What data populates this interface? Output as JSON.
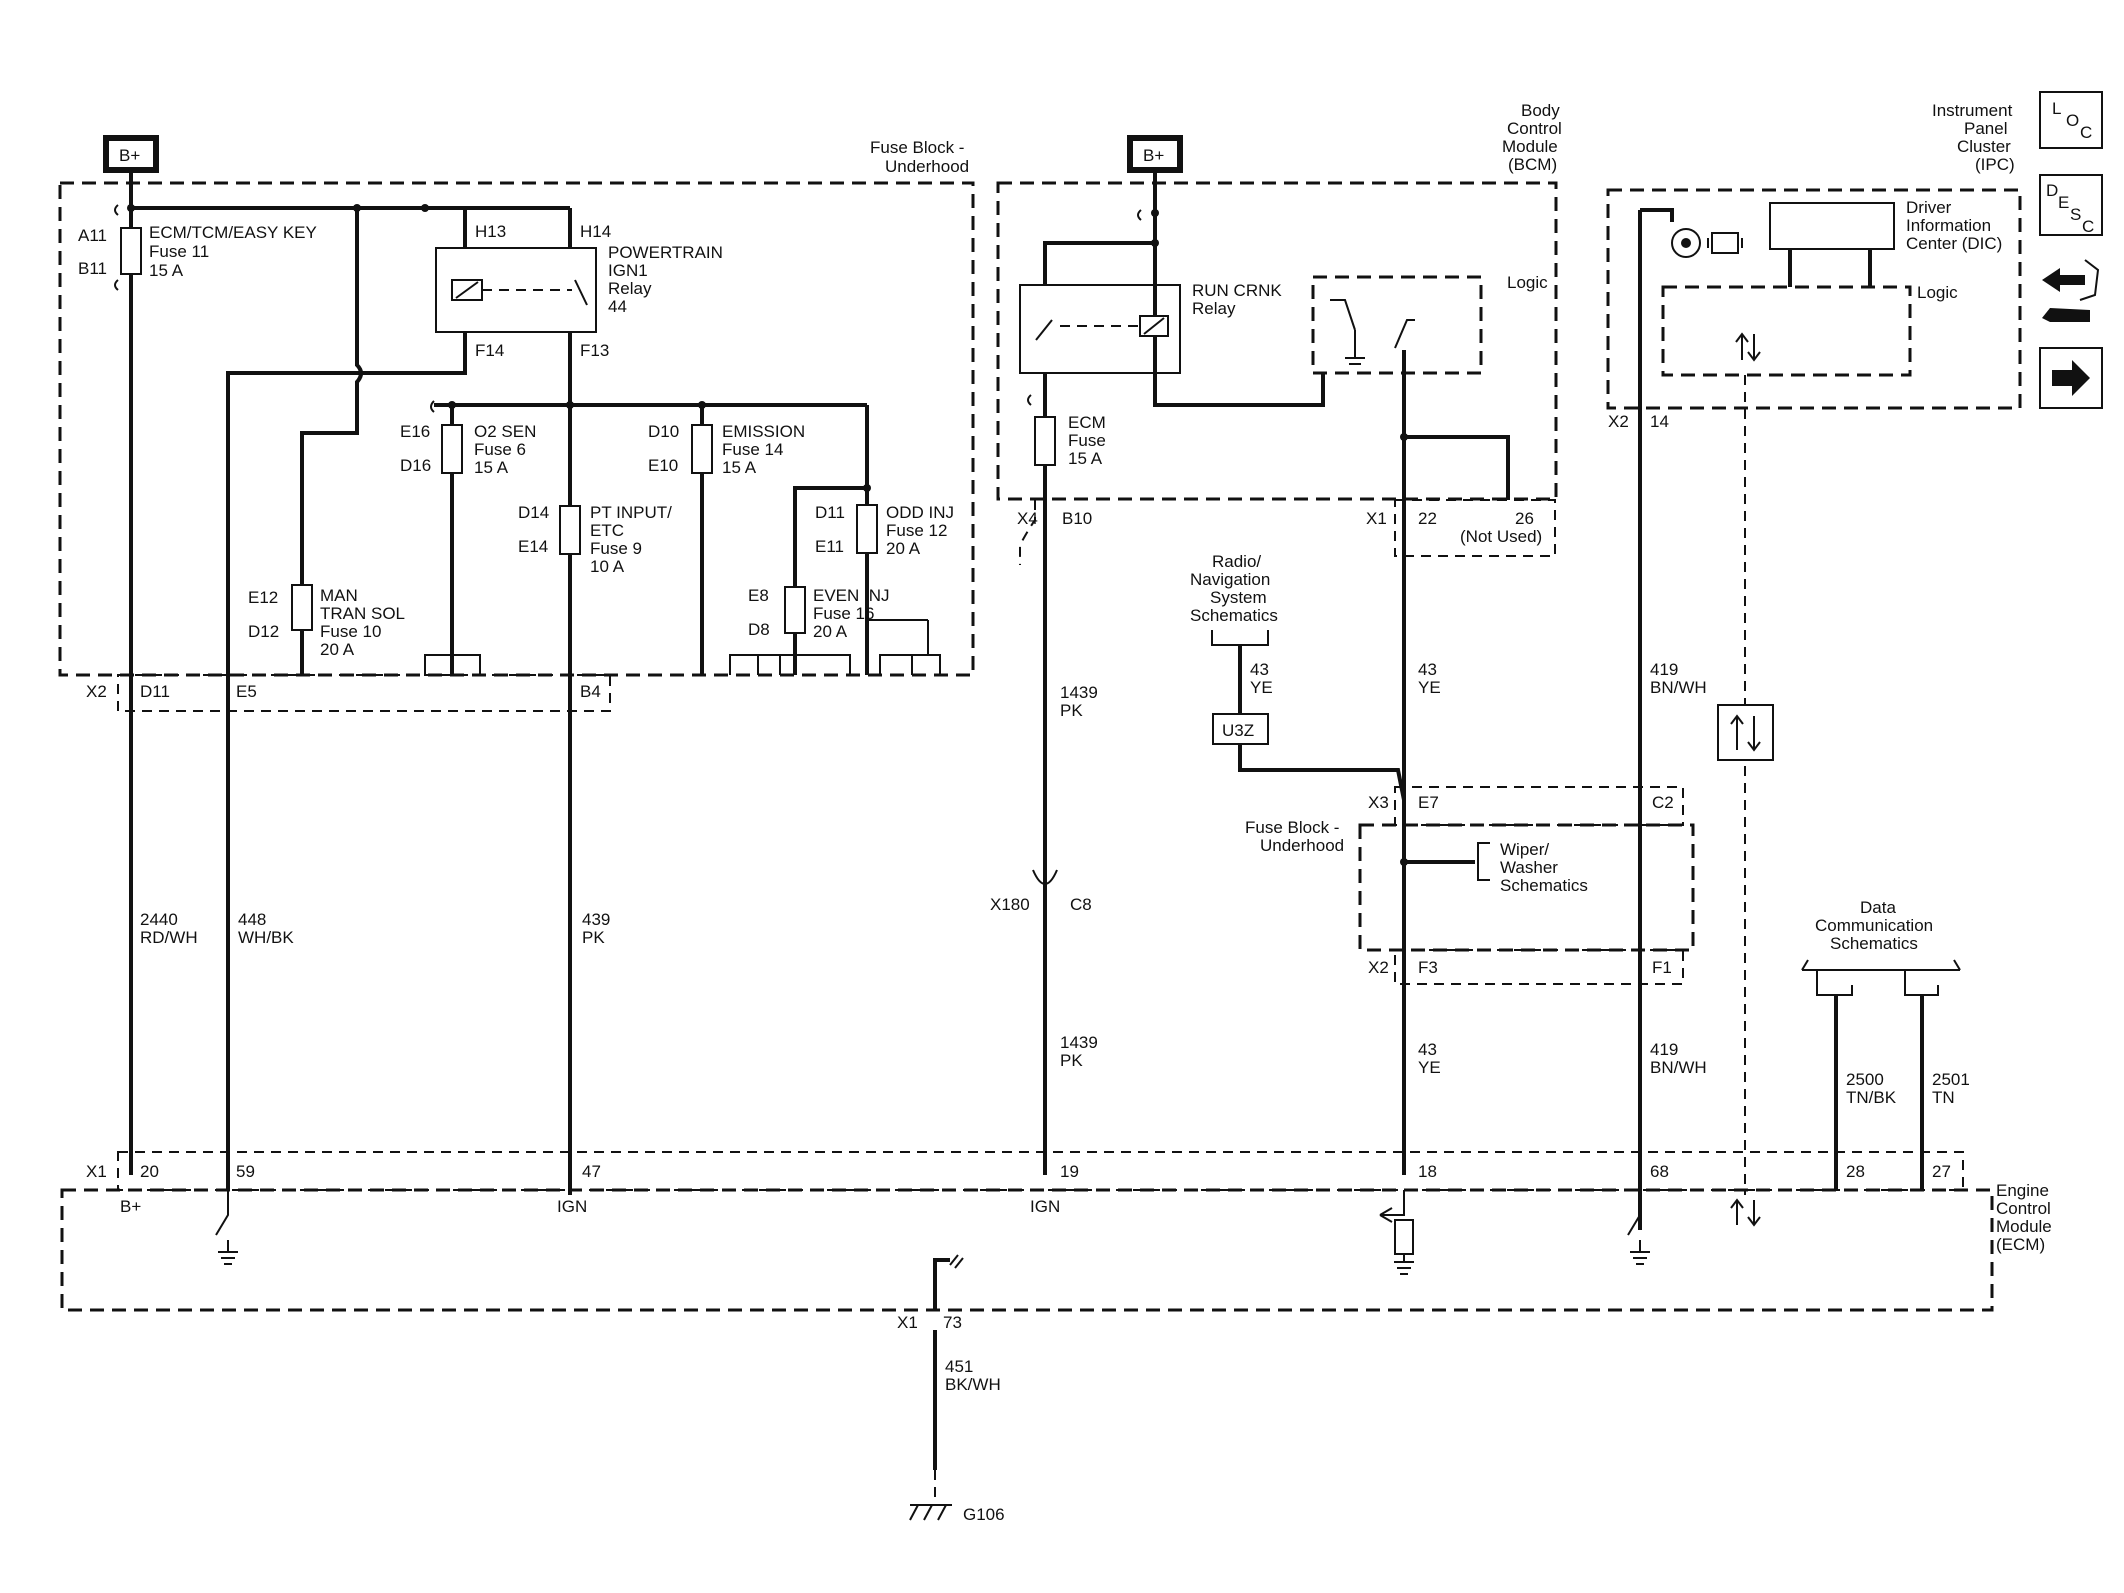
{
  "diagram": {
    "battery": {
      "label": "B+"
    },
    "fuse_block": {
      "title_line1": "Fuse Block -",
      "title_line2": "Underhood",
      "fuses": [
        {
          "pins": [
            "A11",
            "B11"
          ],
          "name": "ECM/TCM/EASY KEY",
          "fuse": "Fuse 11",
          "amps": "15 A"
        },
        {
          "pins": [
            "E16",
            "D16"
          ],
          "name": "O2 SEN",
          "fuse": "Fuse 6",
          "amps": "15 A"
        },
        {
          "pins": [
            "D10",
            "E10"
          ],
          "name": "EMISSION",
          "fuse": "Fuse 14",
          "amps": "15 A"
        },
        {
          "pins": [
            "D14",
            "E14"
          ],
          "name1": "PT INPUT/",
          "name2": "ETC",
          "fuse": "Fuse 9",
          "amps": "10 A"
        },
        {
          "pins": [
            "D11",
            "E11"
          ],
          "name": "ODD INJ",
          "fuse": "Fuse 12",
          "amps": "20 A"
        },
        {
          "pins": [
            "E8",
            "D8"
          ],
          "name": "EVEN INJ",
          "fuse": "Fuse 16",
          "amps": "20 A"
        },
        {
          "pins": [
            "E12",
            "D12"
          ],
          "name1": "MAN",
          "name2": "TRAN SOL",
          "fuse": "Fuse 10",
          "amps": "20 A"
        }
      ],
      "relay": {
        "line1": "POWERTRAIN",
        "line2": "IGN1",
        "line3": "Relay",
        "line4": "44",
        "pins": [
          "H13",
          "H14",
          "F14",
          "F13"
        ]
      }
    },
    "bcm": {
      "l1": "Body",
      "l2": "Control",
      "l3": "Module",
      "l4": "(BCM)",
      "relay1": "RUN CRNK",
      "relay2": "Relay",
      "logic": "Logic",
      "fuse1": "ECM",
      "fuse2": "Fuse",
      "fuse3": "15 A",
      "conn_x4": "X4",
      "pin_b10": "B10",
      "conn_x1": "X1",
      "pin_22": "22",
      "pin_26": "26",
      "not_used": "(Not Used)"
    },
    "ipc": {
      "l1": "Instrument",
      "l2": "Panel",
      "l3": "Cluster",
      "l4": "(IPC)",
      "dic1": "Driver",
      "dic2": "Information",
      "dic3": "Center (DIC)",
      "logic": "Logic",
      "conn": "X2",
      "pin": "14"
    },
    "legend": {
      "loc_l": "L",
      "loc_o": "O",
      "loc_c": "C",
      "desc_d": "D",
      "desc_e": "E",
      "desc_s": "S",
      "desc_c": "C"
    },
    "radio": {
      "l1": "Radio/",
      "l2": "Navigation",
      "l3": "System",
      "l4": "Schematics",
      "splice": "U3Z"
    },
    "fuse_block2": {
      "l1": "Fuse Block -",
      "l2": "Underhood",
      "wiper1": "Wiper/",
      "wiper2": "Washer",
      "wiper3": "Schematics",
      "x3": "X3",
      "e7": "E7",
      "c2": "C2",
      "x2": "X2",
      "f3": "F3",
      "f1": "F1"
    },
    "data_comm": {
      "l1": "Data",
      "l2": "Communication",
      "l3": "Schematics"
    },
    "x2_connector": {
      "conn": "X2",
      "d11": "D11",
      "e5": "E5",
      "b4": "B4"
    },
    "inline": {
      "conn": "X180",
      "pin": "C8"
    },
    "wires": [
      {
        "circuit": "2440",
        "color": "RD/WH"
      },
      {
        "circuit": "448",
        "color": "WH/BK"
      },
      {
        "circuit": "439",
        "color": "PK"
      },
      {
        "circuit": "1439",
        "color": "PK"
      },
      {
        "circuit": "43",
        "color": "YE"
      },
      {
        "circuit": "419",
        "color": "BN/WH"
      },
      {
        "circuit": "2500",
        "color": "TN/BK"
      },
      {
        "circuit": "2501",
        "color": "TN"
      },
      {
        "circuit": "451",
        "color": "BK/WH"
      }
    ],
    "ecm": {
      "l1": "Engine",
      "l2": "Control",
      "l3": "Module",
      "l4": "(ECM)",
      "conn": "X1",
      "pins": [
        "20",
        "59",
        "47",
        "19",
        "18",
        "68",
        "28",
        "27"
      ],
      "bplus": "B+",
      "ign1": "IGN",
      "ign2": "IGN",
      "gconn": "X1",
      "gpin": "73",
      "ground": "G106"
    }
  }
}
